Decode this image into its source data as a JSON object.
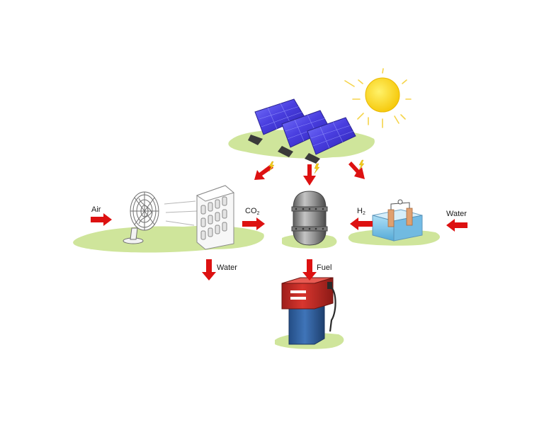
{
  "labels": {
    "air": "Air",
    "co2_main": "CO",
    "co2_sub": "2",
    "h2_main": "H",
    "h2_sub": "2",
    "water_in": "Water",
    "water_out": "Water",
    "fuel": "Fuel"
  },
  "colors": {
    "arrow": "#dd1111",
    "ground": "#cfe59b",
    "sun": "#ffd21a",
    "panel": "#4f46e5",
    "pump_body": "#c9302c",
    "pump_base": "#2f5f9e",
    "reactor": "#8e8e8e",
    "electrolyzer": "#8fd0ee"
  },
  "icons": {
    "sun": "sun-icon",
    "panels": "solar-panel-icon",
    "fan": "fan-icon",
    "filter": "co2-capture-filter-icon",
    "reactor": "reactor-icon",
    "electrolyzer": "electrolyzer-icon",
    "pump": "fuel-pump-icon",
    "bolt": "lightning-bolt-icon"
  }
}
